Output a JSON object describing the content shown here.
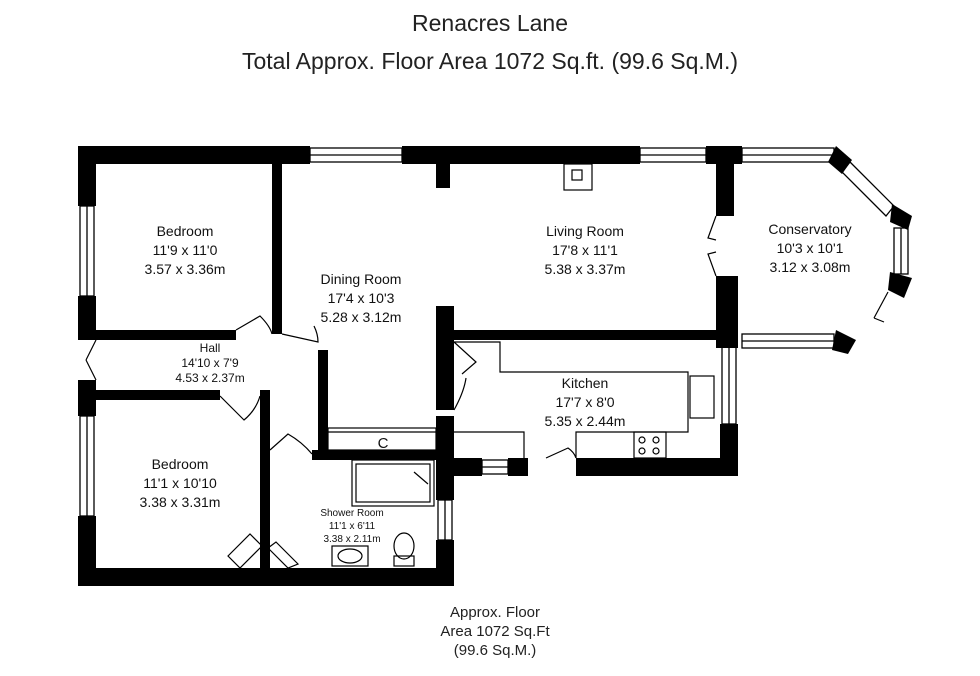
{
  "header": {
    "title": "Renacres Lane",
    "subtitle": "Total Approx. Floor Area  1072 Sq.ft. (99.6 Sq.M.)"
  },
  "rooms": {
    "bedroom1": {
      "name": "Bedroom",
      "imperial": "11'9 x 11'0",
      "metric": "3.57 x 3.36m"
    },
    "dining": {
      "name": "Dining Room",
      "imperial": "17'4 x 10'3",
      "metric": "5.28 x 3.12m"
    },
    "living": {
      "name": "Living Room",
      "imperial": "17'8 x 11'1",
      "metric": "5.38 x 3.37m"
    },
    "conservatory": {
      "name": "Conservatory",
      "imperial": "10'3 x 10'1",
      "metric": "3.12 x 3.08m"
    },
    "hall": {
      "name": "Hall",
      "imperial": "14'10 x 7'9",
      "metric": "4.53 x 2.37m"
    },
    "kitchen": {
      "name": "Kitchen",
      "imperial": "17'7 x 8'0",
      "metric": "5.35 x 2.44m"
    },
    "bedroom2": {
      "name": "Bedroom",
      "imperial": "11'1 x 10'10",
      "metric": "3.38 x 3.31m"
    },
    "shower": {
      "name": "Shower Room",
      "imperial": "11'1 x 6'11",
      "metric": "3.38 x 2.11m"
    },
    "cupboard": {
      "name": "C"
    }
  },
  "footer": {
    "line1": "Approx. Floor",
    "line2": "Area 1072 Sq.Ft",
    "line3": "(99.6 Sq.M.)"
  }
}
